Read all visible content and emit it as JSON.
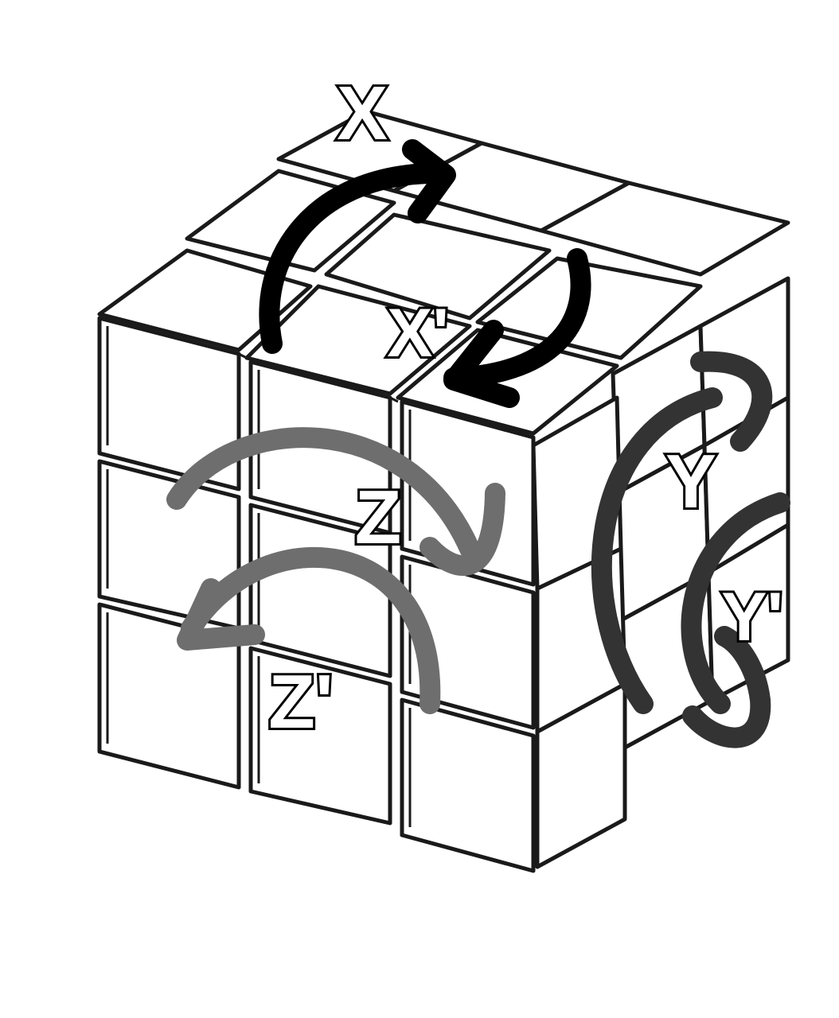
{
  "labels": {
    "x": "X",
    "x_prime": "X'",
    "y": "Y",
    "y_prime": "Y'",
    "z": "Z",
    "z_prime": "Z'"
  },
  "colors": {
    "background": "#ffffff",
    "cube_outline": "#1a1a1a",
    "arrow_x": "#000000",
    "arrow_y": "#333333",
    "arrow_z": "#6e6e6e",
    "label_fill": "#ffffff",
    "label_stroke": "#000000"
  },
  "cube": {
    "size": "3x3x3"
  }
}
